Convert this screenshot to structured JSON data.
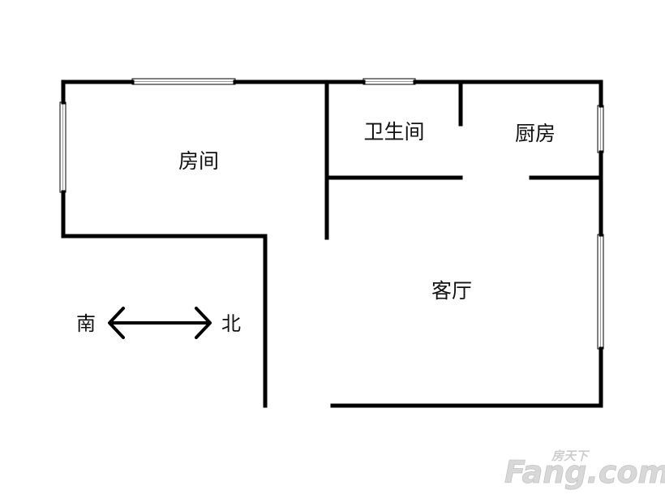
{
  "rooms": {
    "bedroom": "房间",
    "bathroom": "卫生间",
    "kitchen": "厨房",
    "living_room": "客厅"
  },
  "orientation": {
    "left": "南",
    "right": "北"
  },
  "watermark": {
    "brand": "Fang.com",
    "small": "房天下"
  }
}
